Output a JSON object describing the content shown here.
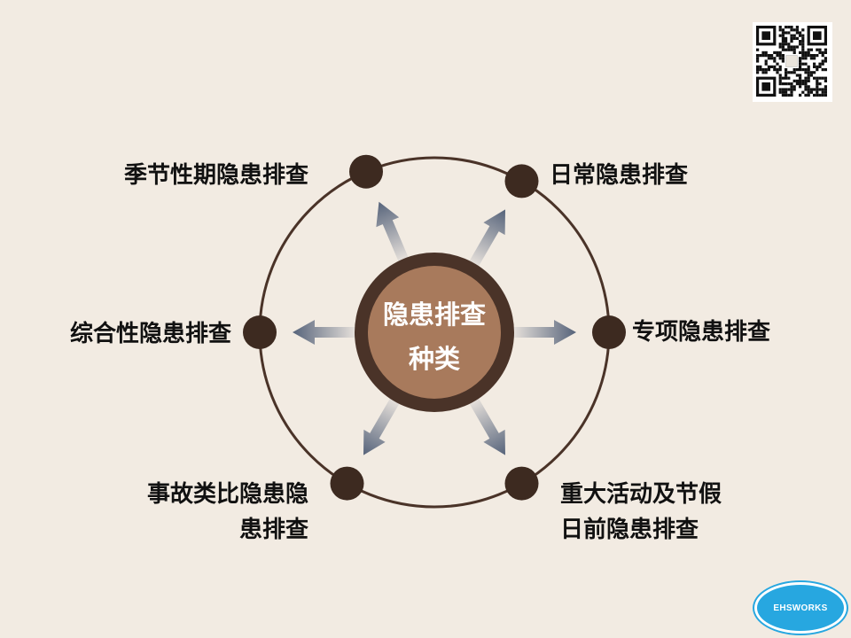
{
  "center": {
    "line1": "隐患排查",
    "line2": "种类"
  },
  "nodes": [
    {
      "id": "top-left",
      "label_lines": [
        "季节性期隐患排查"
      ]
    },
    {
      "id": "top-right",
      "label_lines": [
        "日常隐患排查"
      ]
    },
    {
      "id": "left",
      "label_lines": [
        "综合性隐患排查"
      ]
    },
    {
      "id": "right",
      "label_lines": [
        "专项隐患排查"
      ]
    },
    {
      "id": "bottom-left",
      "label_lines": [
        "事故类比隐患隐",
        "患排查"
      ]
    },
    {
      "id": "bottom-right",
      "label_lines": [
        "重大活动及节假",
        "日前隐患排查"
      ]
    }
  ],
  "badge": {
    "text": "EHSWORKS"
  },
  "colors": {
    "background": "#f2ebe2",
    "ring": "#4a3328",
    "node": "#3d2a20",
    "hub_outer": "#4a3328",
    "hub_inner": "#a87a5c",
    "arrow": "#5b6677",
    "badge": "#27a7e0"
  }
}
